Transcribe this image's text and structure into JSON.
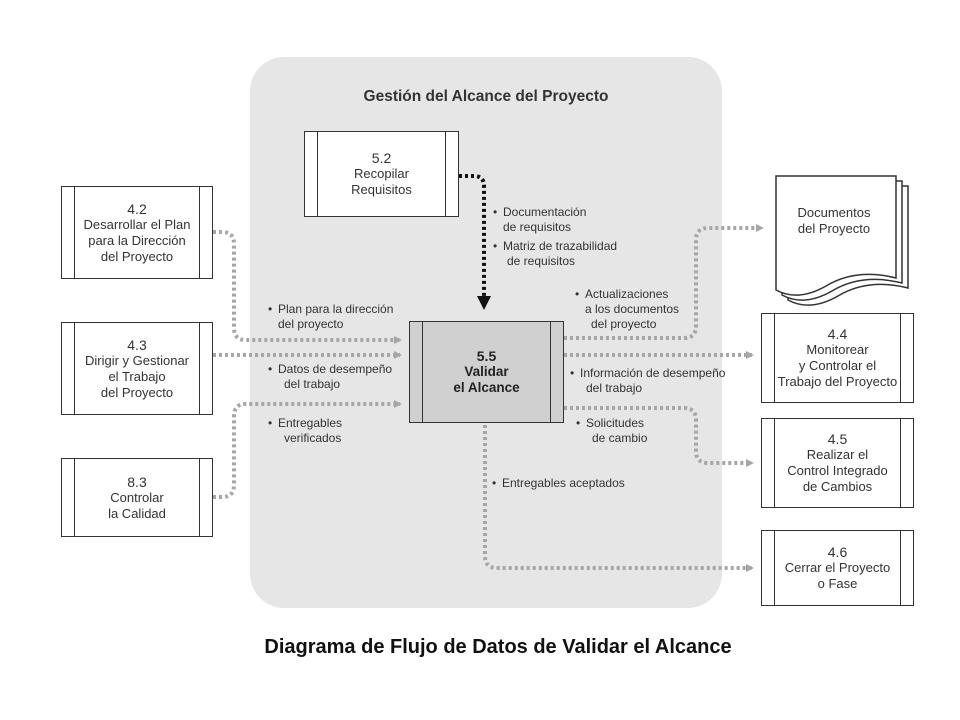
{
  "region_title": "Gestión del Alcance del Proyecto",
  "caption": "Diagrama de Flujo de Datos de Validar el Alcance",
  "processes": {
    "p42": {
      "num": "4.2",
      "lines": [
        "Desarrollar el Plan",
        "para la Dirección",
        "del Proyecto"
      ]
    },
    "p43": {
      "num": "4.3",
      "lines": [
        "Dirigir y Gestionar",
        "el Trabajo",
        "del Proyecto"
      ]
    },
    "p83": {
      "num": "8.3",
      "lines": [
        "Controlar",
        "la Calidad"
      ]
    },
    "p52": {
      "num": "5.2",
      "lines": [
        "Recopilar",
        "Requisitos"
      ]
    },
    "p55": {
      "num": "5.5",
      "lines": [
        "Validar",
        "el Alcance"
      ]
    },
    "p44": {
      "num": "4.4",
      "lines": [
        "Monitorear",
        "y Controlar el",
        "Trabajo del Proyecto"
      ]
    },
    "p45": {
      "num": "4.5",
      "lines": [
        "Realizar el",
        "Control Integrado",
        "de Cambios"
      ]
    },
    "p46": {
      "num": "4.6",
      "lines": [
        "Cerrar el Proyecto",
        "o Fase"
      ]
    }
  },
  "documents": {
    "lines": [
      "Documentos",
      "del Proyecto"
    ]
  },
  "labels": {
    "documentacion": [
      "Documentación",
      "de requisitos"
    ],
    "matriz": [
      "Matriz de trazabilidad",
      "de requisitos"
    ],
    "plan": [
      "Plan para la dirección",
      "del proyecto"
    ],
    "datos": [
      "Datos de desempeño",
      "del trabajo"
    ],
    "entregables_verif": [
      "Entregables",
      "verificados"
    ],
    "actualizaciones": [
      "Actualizaciones",
      "a los documentos",
      "del proyecto"
    ],
    "informacion": [
      "Información de desempeño",
      "del trabajo"
    ],
    "solicitudes": [
      "Solicitudes",
      "de cambio"
    ],
    "entregables_acept": [
      "Entregables aceptados"
    ]
  },
  "bullet": "•"
}
